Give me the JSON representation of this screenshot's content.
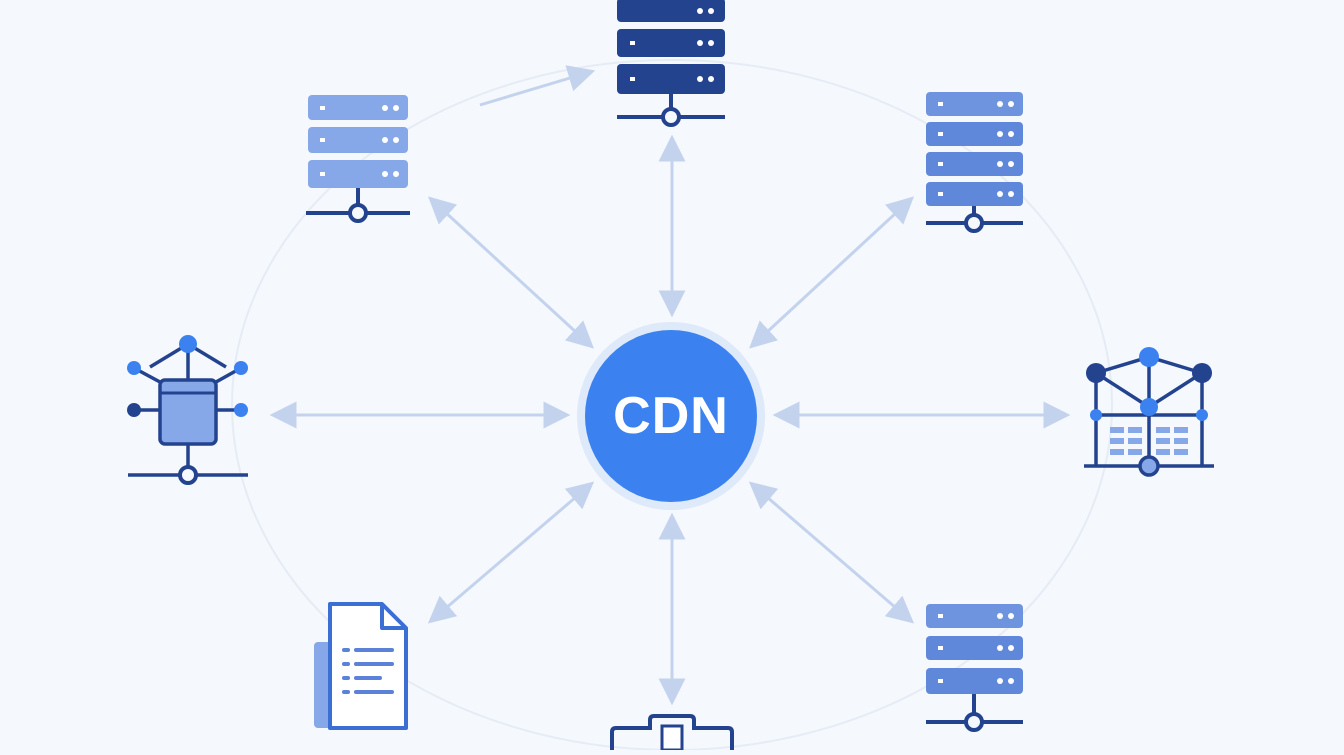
{
  "center": {
    "label": "CDN"
  },
  "nodes": [
    {
      "name": "server-top",
      "icon": "server-rack-icon"
    },
    {
      "name": "server-top-left",
      "icon": "server-rack-icon"
    },
    {
      "name": "server-top-right",
      "icon": "server-rack-icon"
    },
    {
      "name": "network-hub-left",
      "icon": "network-hub-icon"
    },
    {
      "name": "data-table-right",
      "icon": "data-table-network-icon"
    },
    {
      "name": "document-bottom-left",
      "icon": "document-icon"
    },
    {
      "name": "package-bottom",
      "icon": "package-icon"
    },
    {
      "name": "server-bottom-right",
      "icon": "server-rack-icon"
    }
  ],
  "colors": {
    "background": "#f5f8fc",
    "cdn_circle": "#3b82f0",
    "dark_blue": "#23438f",
    "mid_blue": "#5b82d8",
    "light_blue": "#86a8e8",
    "arrow": "#c3d3ee",
    "ring": "#e6ecf6"
  }
}
